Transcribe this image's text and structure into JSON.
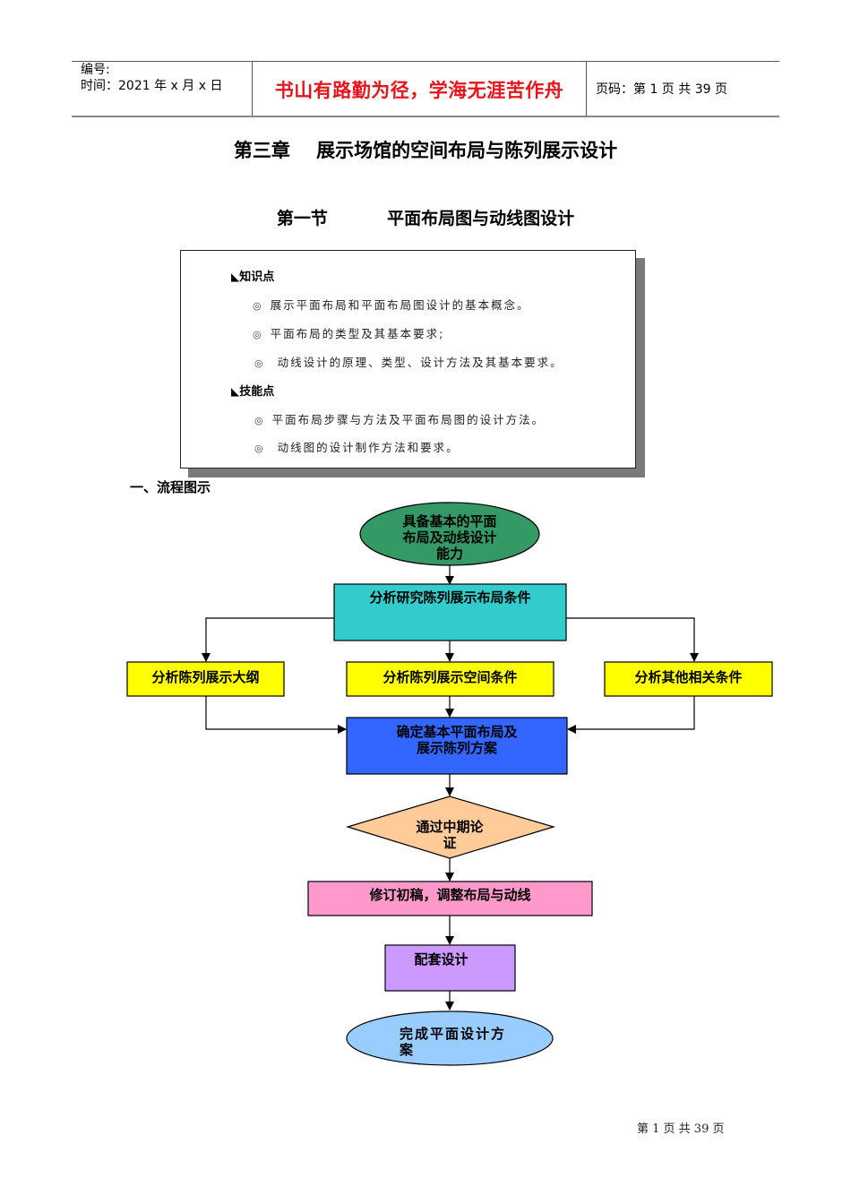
{
  "header": {
    "number_label": "编号:",
    "time_label": "时间：2021 年 x 月 x 日",
    "motto": "书山有路勤为径，学海无涯苦作舟",
    "page_info": "页码：第 1 页 共 39 页"
  },
  "chapter_title": "第三章    展示场馆的空间布局与陈列展示设计",
  "section_title": "第一节          平面布局图与动线图设计",
  "knowledge_box": {
    "knowledge_heading": "知识点",
    "knowledge_items": [
      "展示平面布局和平面布局图设计的基本概念。",
      "平面布局的类型及其基本要求;",
      " 动线设计的原理、类型、设计方法及其基本要求。"
    ],
    "skills_heading": "技能点",
    "skills_items": [
      "平面布局步骤与方法及平面布局图的设计方法。",
      " 动线图的设计制作方法和要求。"
    ],
    "heading_marker": "◣",
    "bullet": "◎"
  },
  "flow_section_title": "一、流程图示",
  "flowchart": {
    "nodes": {
      "start": {
        "text_lines": [
          "具备基本的平面",
          "布局及动线设计",
          "能力"
        ],
        "color": "#359965"
      },
      "analyze_conditions": {
        "text": "分析研究陈列展示布局条件",
        "color": "#33cccc"
      },
      "analyze_outline": {
        "text": "分析陈列展示大纲",
        "color": "#ffff00"
      },
      "analyze_space": {
        "text": "分析陈列展示空间条件",
        "color": "#ffff00"
      },
      "analyze_other": {
        "text": "分析其他相关条件",
        "color": "#ffff00"
      },
      "determine_plan": {
        "text_lines": [
          "确定基本平面布局及",
          "展示陈列方案"
        ],
        "color": "#3366ff"
      },
      "midterm_review": {
        "text_lines": [
          "通过中期论",
          "证"
        ],
        "color": "#ffcc99"
      },
      "revise": {
        "text": "修订初稿，调整布局与动线",
        "color": "#ff99cc"
      },
      "supporting_design": {
        "text": "配套设计",
        "color": "#cc99ff"
      },
      "finish": {
        "text_lines": [
          "完成平面设计方",
          "案"
        ],
        "color": "#99ccff"
      }
    }
  },
  "footer": {
    "page_info": "第 1 页 共 39 页"
  }
}
